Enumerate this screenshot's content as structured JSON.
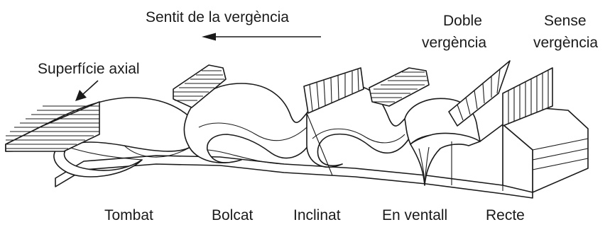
{
  "labels": {
    "vergence_direction": "Sentit de la vergència",
    "axial_surface": "Superfície axial",
    "double_vergence_line1": "Doble",
    "double_vergence_line2": "vergència",
    "no_vergence_line1": "Sense",
    "no_vergence_line2": "vergència"
  },
  "fold_types": [
    {
      "label": "Tombat"
    },
    {
      "label": "Bolcat"
    },
    {
      "label": "Inclinat"
    },
    {
      "label": "En ventall"
    },
    {
      "label": "Recte"
    }
  ],
  "colors": {
    "line": "#1a1a1a",
    "background": "#ffffff"
  }
}
